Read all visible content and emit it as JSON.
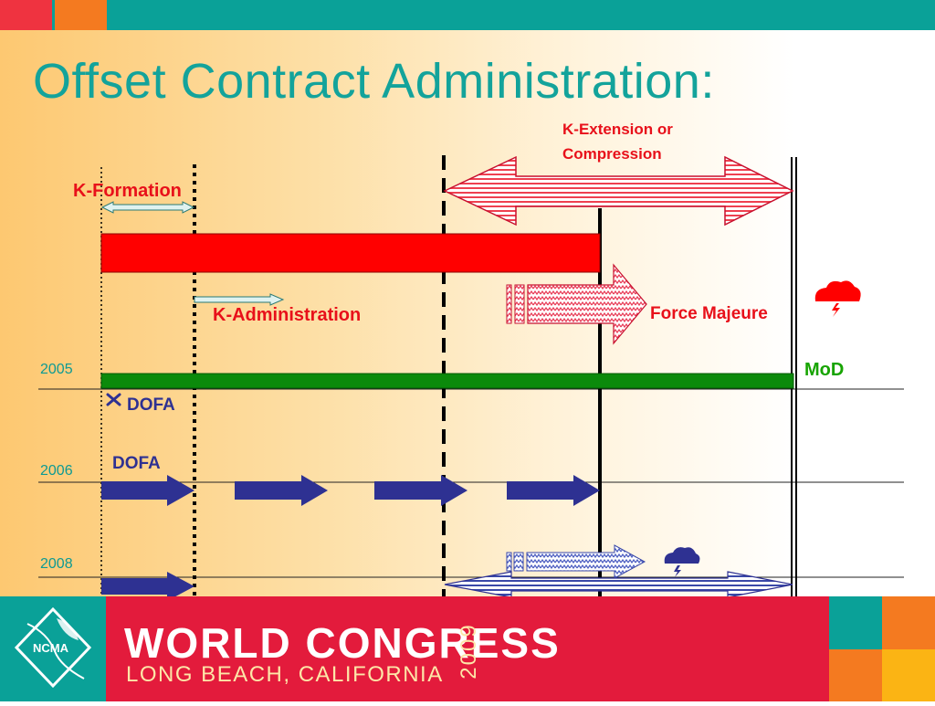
{
  "title": "Offset Contract Administration:",
  "labels": {
    "k_extension": [
      "K-Extension or",
      "Compression"
    ],
    "k_formation": "K-Formation",
    "k_administration": "K-Administration",
    "force_majeure": "Force Majeure",
    "mod": "MoD",
    "dofa_2005": "DOFA",
    "dofa_2006": "DOFA"
  },
  "years": [
    "2005",
    "2006",
    "2008"
  ],
  "footer": {
    "logo_text": "NCMA",
    "event": "WORLD CONGRESS",
    "location": "LONG BEACH, CALIFORNIA",
    "year": "2009"
  },
  "colors": {
    "teal": "#0aa198",
    "title": "#13a39b",
    "red": "#ff0000",
    "green": "#0b8a0b",
    "navy": "#2e3192",
    "footer_red": "#e31b3c",
    "orange": "#f47a20",
    "yellow": "#fbb414"
  }
}
